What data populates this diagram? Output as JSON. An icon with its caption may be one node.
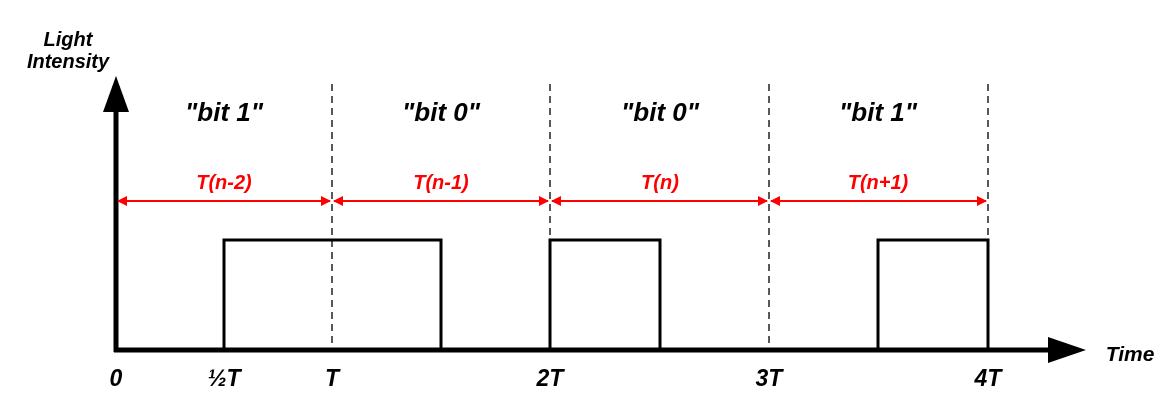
{
  "diagram": {
    "labels": [
      "Light Intensity",
      "\"bit 1\"",
      "\"bit 0\"",
      "\"bit 0\"",
      "\"bit 1\"",
      "T(n-2)",
      "T(n-1)",
      "T(n)",
      "T(n+1)",
      "Time",
      "0",
      "½T",
      "T",
      "2T",
      "3T",
      "4T"
    ]
  }
}
